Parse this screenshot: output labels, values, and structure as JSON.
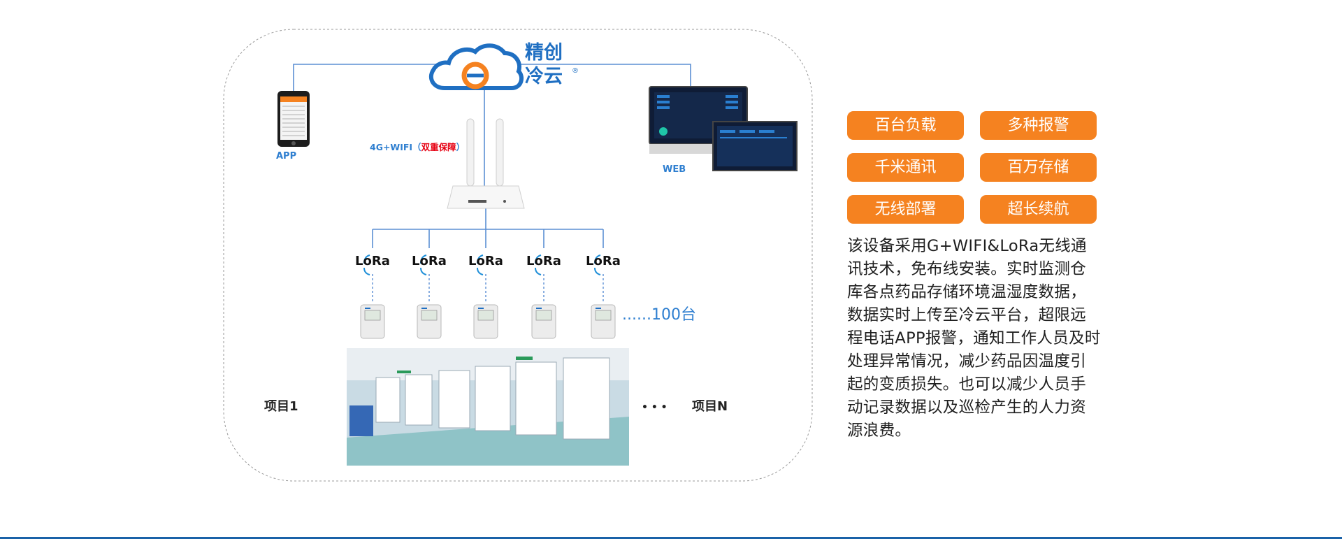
{
  "brand": {
    "line1": "精创",
    "line2": "冷云",
    "mark": "®"
  },
  "labels": {
    "app": "APP",
    "web": "WEB",
    "network": "4G+WIFI（",
    "network_emph": "双重保障",
    "network_end": "）",
    "count": "......100台",
    "project_first": "项目1",
    "ellipsis": "• • •",
    "project_last": "项目N",
    "lora": "LoRa"
  },
  "features": [
    {
      "label": "百台负载"
    },
    {
      "label": "多种报警"
    },
    {
      "label": "千米通讯"
    },
    {
      "label": "百万存储"
    },
    {
      "label": "无线部署"
    },
    {
      "label": "超长续航"
    }
  ],
  "description": "该设备采用G+WIFI&LoRa无线通讯技术，免布线安装。实时监测仓库各点药品存储环境温湿度数据，数据实时上传至冷云平台，超限远程电话APP报警，通知工作人员及时处理异常情况，减少药品因温度引起的变质损失。也可以减少人员手动记录数据以及巡检产生的人力资源浪费。",
  "colors": {
    "accent": "#f58220",
    "line": "#5b8fd4",
    "brand_blue": "#1f6fc2",
    "label_blue": "#2f7fd0",
    "warning_red": "#e60012",
    "bar": "#1a62a8"
  }
}
